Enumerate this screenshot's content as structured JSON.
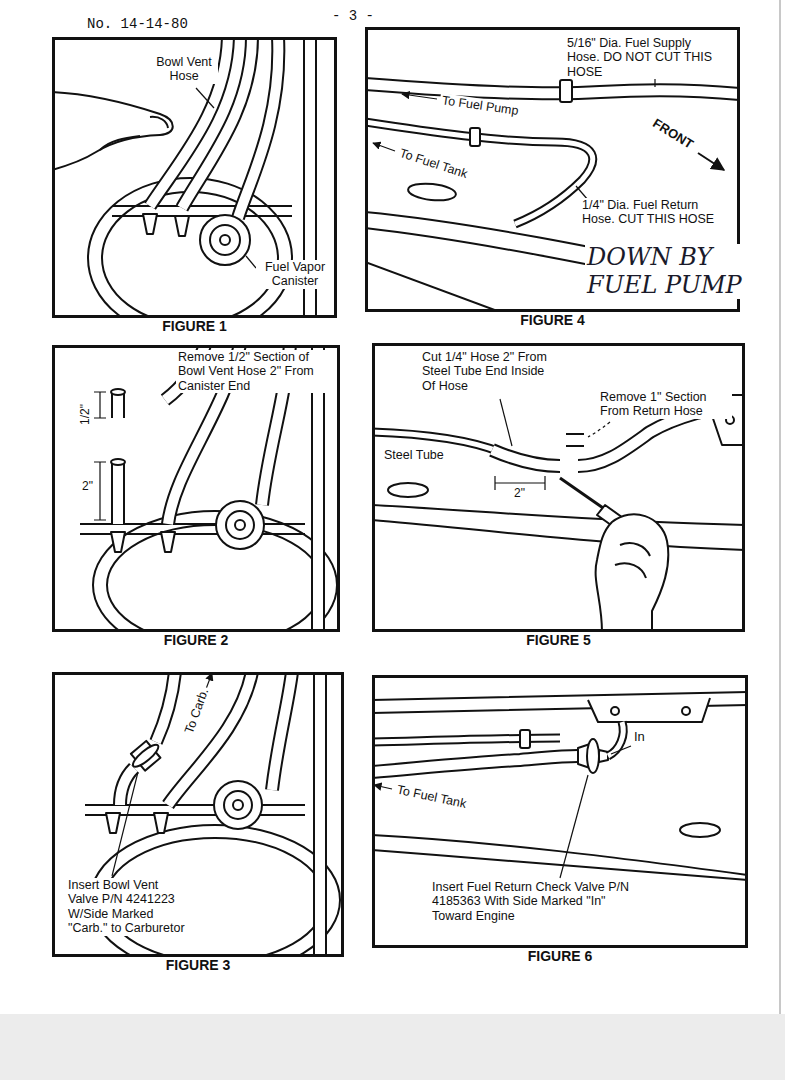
{
  "diagram": {
    "nodes": [
      {
        "text": [
          "FIGURE 1"
        ]
      },
      {
        "text": [
          "FIGURE 4"
        ]
      },
      {
        "text": [
          "FIGURE 2"
        ]
      },
      {
        "text": [
          "FIGURE 5"
        ]
      },
      {
        "text": [
          "FIGURE 3"
        ]
      },
      {
        "text": [
          "FIGURE 6"
        ]
      }
    ],
    "labels": [
      "No. 14-14-80",
      "- 3 -",
      "Bowl Vent Hose",
      "Fuel Vapor Canister",
      "5/16\" Dia. Fuel Supply Hose. DO NOT CUT THIS HOSE",
      "To Fuel Pump",
      "To Fuel Tank",
      "FRONT",
      "1/4\" Dia. Fuel Return Hose. CUT THIS HOSE",
      "DOWN BY FUEL PUMP",
      "Remove 1/2\" Section of Bowl Vent Hose 2\" From Canister End",
      "1/2\"",
      "2\"",
      "Cut 1/4\" Hose 2\" From Steel Tube End Inside Of Hose",
      "Remove 1\" Section From Return Hose",
      "Steel Tube",
      "2\"",
      "To Carb.",
      "Insert Bowl Vent Valve P/N 4241223 W/Side Marked \"Carb.\" to Carburetor",
      "In",
      "To Fuel Tank",
      "Insert Fuel Return Check Valve P/N 4185363 With Side Marked \"In\" Toward Engine"
    ]
  }
}
